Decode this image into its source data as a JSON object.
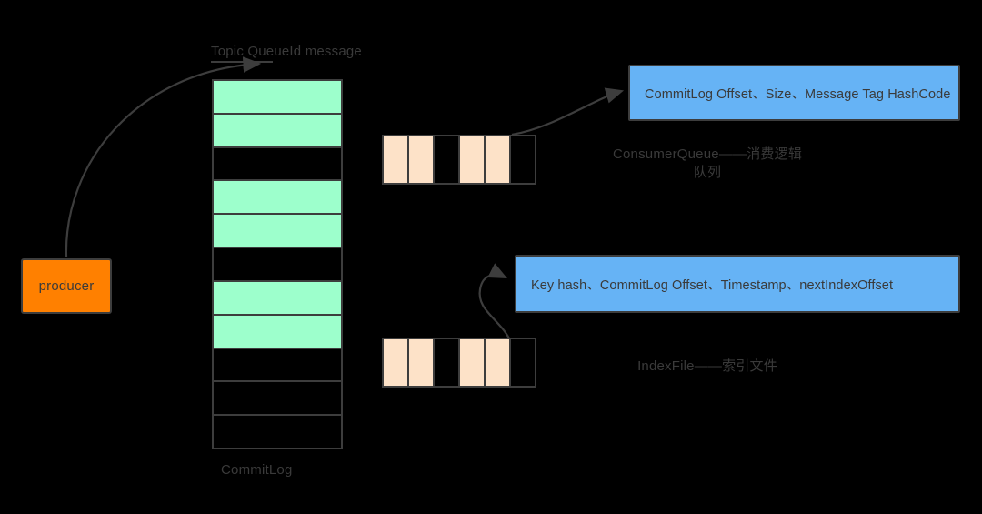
{
  "diagram": {
    "title_label": "Topic QueueId message",
    "producer": {
      "label": "producer"
    },
    "commitlog": {
      "caption": "CommitLog",
      "rows": [
        {
          "state": "filled"
        },
        {
          "state": "filled"
        },
        {
          "state": "empty"
        },
        {
          "state": "filled"
        },
        {
          "state": "filled"
        },
        {
          "state": "empty"
        },
        {
          "state": "filled"
        },
        {
          "state": "filled"
        },
        {
          "state": "empty"
        },
        {
          "state": "empty"
        },
        {
          "state": "empty"
        }
      ]
    },
    "consumequeue": {
      "caption": "ConsumerQueue——消费逻辑队列",
      "info_text": "CommitLog Offset、Size、Message Tag HashCode",
      "cells": [
        {
          "state": "filled"
        },
        {
          "state": "filled"
        },
        {
          "state": "empty"
        },
        {
          "state": "filled"
        },
        {
          "state": "filled"
        },
        {
          "state": "empty"
        }
      ]
    },
    "indexfile": {
      "caption": "IndexFile——索引文件",
      "info_text": "Key hash、CommitLog Offset、Timestamp、nextIndexOffset",
      "cells": [
        {
          "state": "filled"
        },
        {
          "state": "filled"
        },
        {
          "state": "empty"
        },
        {
          "state": "filled"
        },
        {
          "state": "filled"
        },
        {
          "state": "empty"
        }
      ]
    },
    "colors": {
      "background": "#000000",
      "producer_fill": "#FF8000",
      "commitlog_filled": "#9DFFCC",
      "cell_filled": "#FDE2C8",
      "info_box_fill": "#66B3F5",
      "stroke": "#3d3d3d",
      "text": "#3a3a3a"
    }
  }
}
